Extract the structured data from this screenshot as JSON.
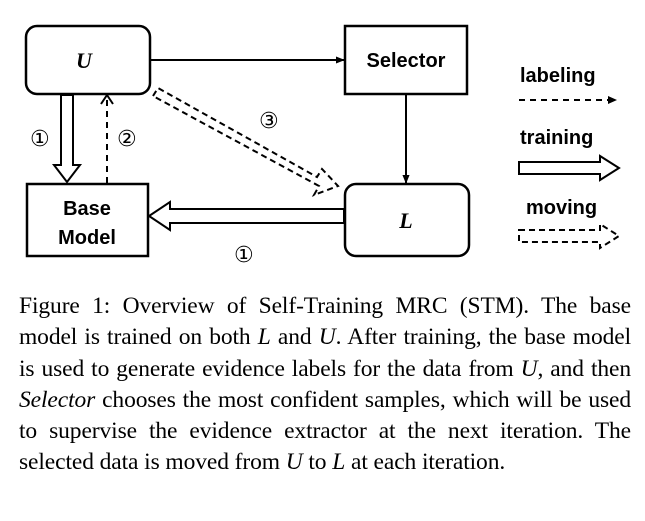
{
  "nodes": {
    "u": "U",
    "selector": "Selector",
    "l": "L",
    "base_model_line1": "Base",
    "base_model_line2": "Model"
  },
  "edge_labels": {
    "one_left": "①",
    "two_left": "②",
    "three_middle": "③",
    "one_bottom": "①"
  },
  "legend": {
    "labeling": "labeling",
    "training": "training",
    "moving": "moving"
  },
  "caption": {
    "p1": "Figure 1: Overview of Self-Training MRC (STM). The base model is trained on both ",
    "m1": "L",
    "p2": " and ",
    "m2": "U",
    "p3": ". After training, the base model is used to generate evidence labels for the data from ",
    "m3": "U",
    "p4": ", and then ",
    "m4": "Selector",
    "p5": " chooses the most confident samples, which will be used to supervise the evidence extractor at the next iteration.  The selected data is moved from ",
    "m5": "U",
    "p6": " to ",
    "m6": "L",
    "p7": " at each iteration."
  }
}
